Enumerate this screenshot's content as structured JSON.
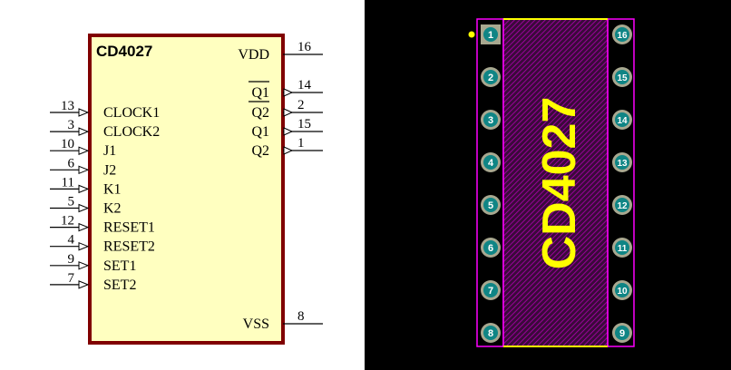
{
  "schematic": {
    "part_name": "CD4027",
    "left_pins": [
      {
        "number": "13",
        "name": "CLOCK1"
      },
      {
        "number": "3",
        "name": "CLOCK2"
      },
      {
        "number": "10",
        "name": "J1"
      },
      {
        "number": "6",
        "name": "J2"
      },
      {
        "number": "11",
        "name": "K1"
      },
      {
        "number": "5",
        "name": "K2"
      },
      {
        "number": "12",
        "name": "RESET1"
      },
      {
        "number": "4",
        "name": "RESET2"
      },
      {
        "number": "9",
        "name": "SET1"
      },
      {
        "number": "7",
        "name": "SET2"
      }
    ],
    "right_pins": [
      {
        "number": "16",
        "name": "VDD",
        "overline": false,
        "arrow": false
      },
      {
        "number": "14",
        "name": "Q1",
        "overline": true,
        "arrow": true
      },
      {
        "number": "2",
        "name": "Q2",
        "overline": true,
        "arrow": true
      },
      {
        "number": "15",
        "name": "Q1",
        "overline": false,
        "arrow": true
      },
      {
        "number": "1",
        "name": "Q2",
        "overline": false,
        "arrow": true
      },
      {
        "number": "8",
        "name": "VSS",
        "overline": false,
        "arrow": false
      }
    ],
    "colors": {
      "body_fill": "#ffffc0",
      "body_border": "#800000",
      "wire": "#000000"
    }
  },
  "pcb": {
    "footprint_label": "CD4027",
    "left_pads": [
      "1",
      "2",
      "3",
      "4",
      "5",
      "6",
      "7",
      "8"
    ],
    "right_pads": [
      "16",
      "15",
      "14",
      "13",
      "12",
      "11",
      "10",
      "9"
    ],
    "colors": {
      "background": "#000000",
      "outline": "#ff00ff",
      "hatch": "#b000b0",
      "label": "#ffff00",
      "pad_ring": "#a8a890",
      "pad_fill": "#0f8585",
      "pad_text": "#ffffff"
    }
  }
}
